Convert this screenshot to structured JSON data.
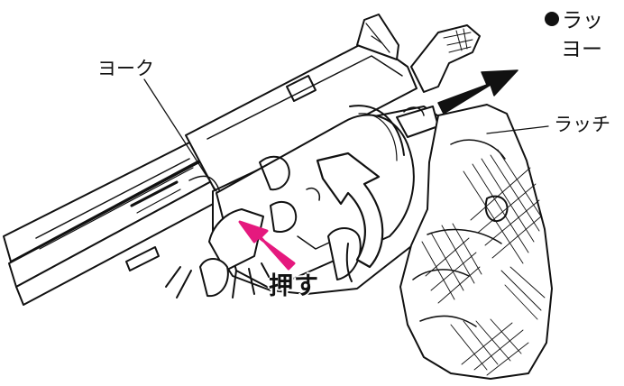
{
  "labels": {
    "yoke": "ヨーク",
    "latch": "ラッチ",
    "push": "押す",
    "note_line1": "ラッ",
    "note_line2": "ヨー"
  },
  "colors": {
    "push_arrow": "#e5197e",
    "line": "#111111",
    "swing_arrow_fill": "#ffffff",
    "latch_arrow_fill": "#111111"
  },
  "icons": {
    "bullet": "black-circle",
    "push": "magenta-arrow-icon",
    "swing": "curved-arrow-icon",
    "latch_direction": "right-arrow-icon"
  }
}
